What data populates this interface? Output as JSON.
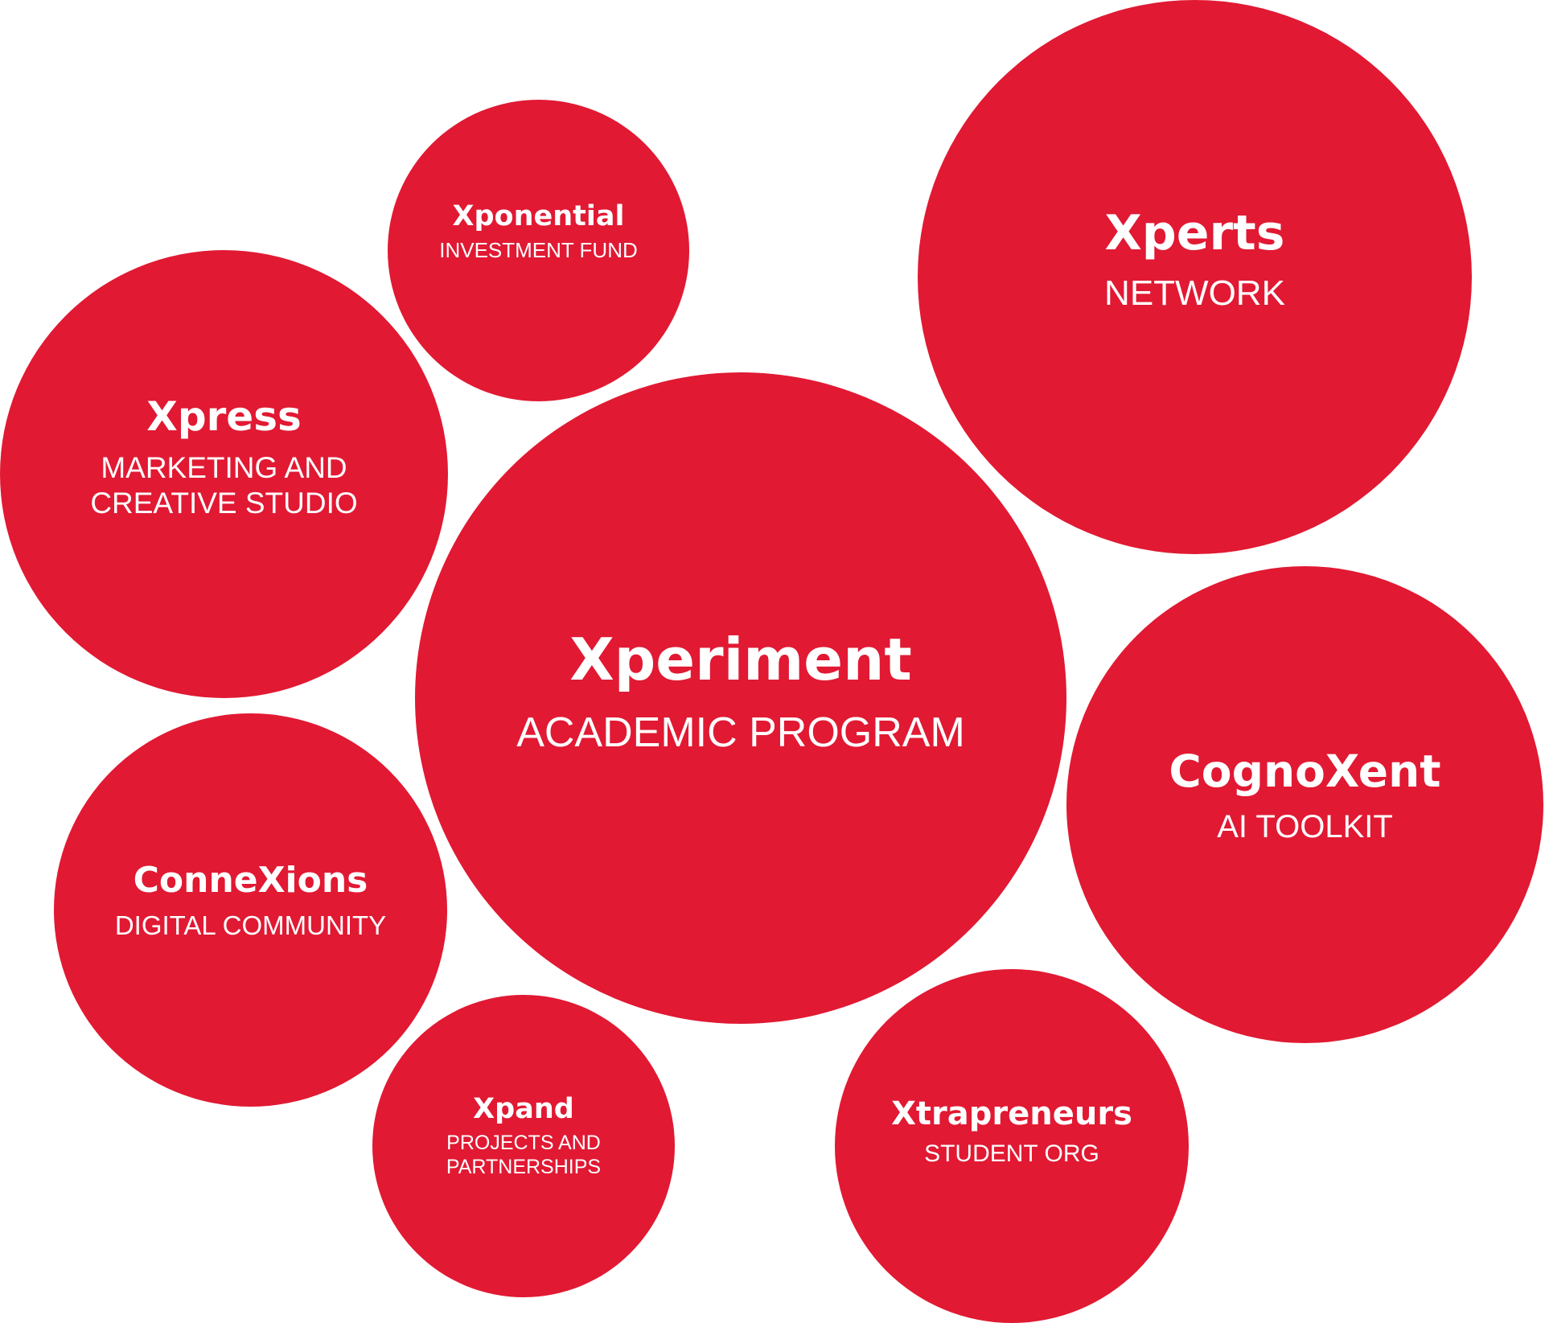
{
  "colors": {
    "bubble_fill": "#e11933",
    "text": "#ffffff",
    "background": "#ffffff"
  },
  "bubbles": [
    {
      "title": "Xponential",
      "subtitle": "INVESTMENT FUND"
    },
    {
      "title": "Xperts",
      "subtitle": "NETWORK"
    },
    {
      "title": "Xpress",
      "subtitle": "MARKETING AND\nCREATIVE STUDIO"
    },
    {
      "title": "Xperiment",
      "subtitle": "ACADEMIC PROGRAM"
    },
    {
      "title": "CognoXent",
      "subtitle": "AI TOOLKIT"
    },
    {
      "title": "ConneXions",
      "subtitle": "DIGITAL COMMUNITY"
    },
    {
      "title": "Xpand",
      "subtitle": "PROJECTS AND\nPARTNERSHIPS"
    },
    {
      "title": "Xtrapreneurs",
      "subtitle": "STUDENT ORG"
    }
  ]
}
